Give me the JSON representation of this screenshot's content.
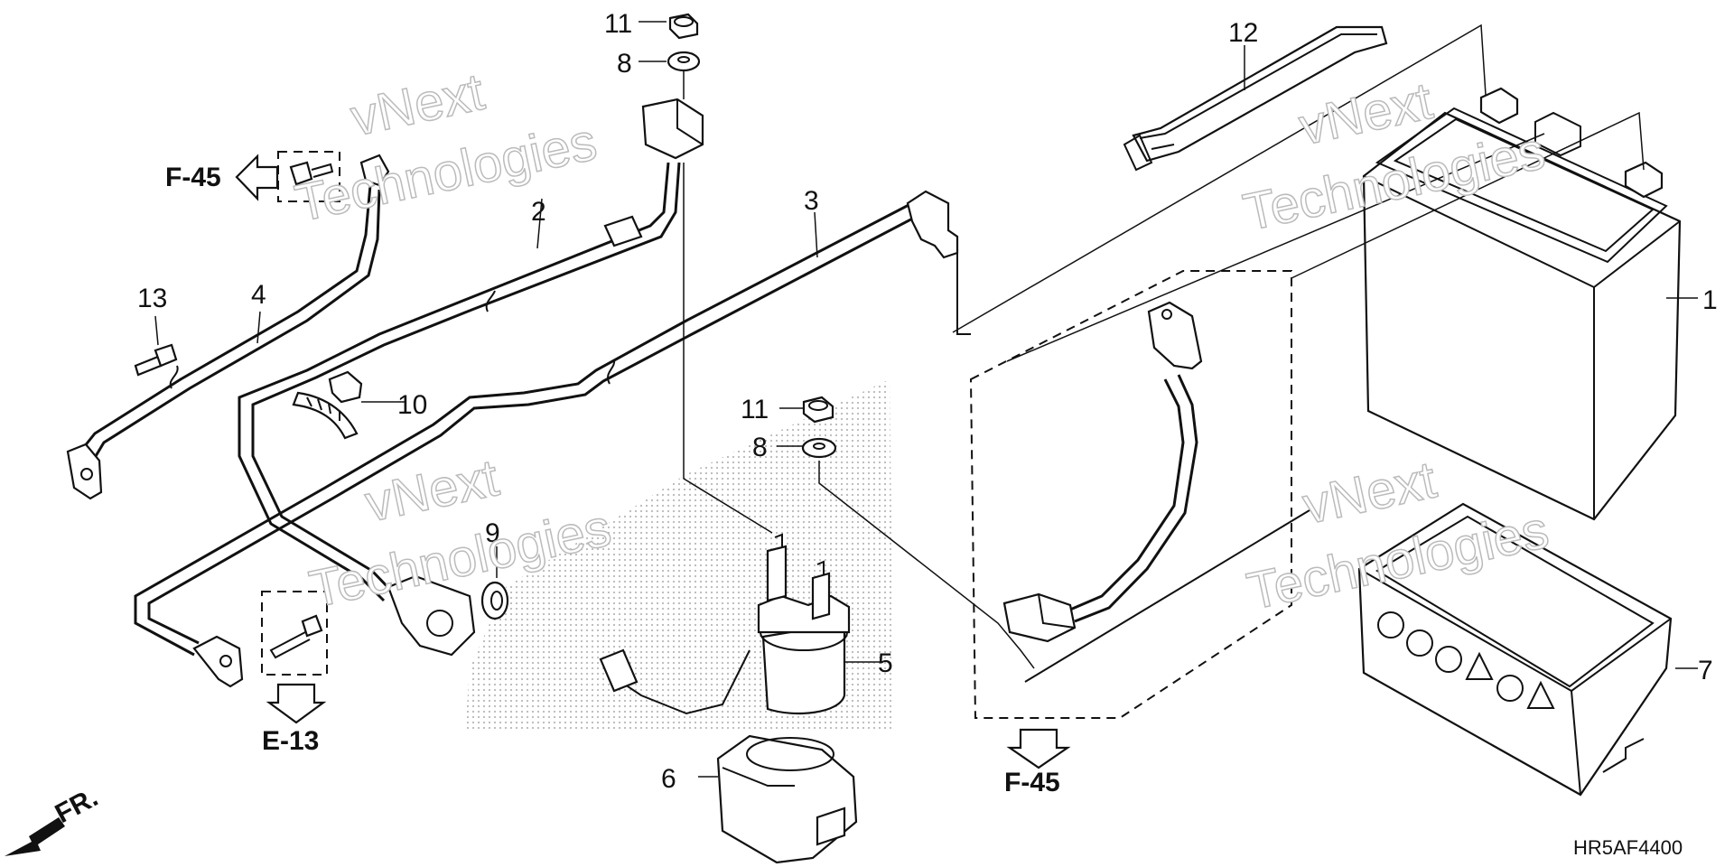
{
  "callouts": [
    "11",
    "8",
    "12",
    "2",
    "3",
    "13",
    "4",
    "10",
    "11",
    "8",
    "1",
    "9",
    "5",
    "7",
    "6"
  ],
  "references": {
    "top_left": "F-45",
    "bottom_left": "E-13",
    "bottom_center": "F-45"
  },
  "front_marker": "FR.",
  "diagram_code": "HR5AF4400",
  "watermark": {
    "line1": "vNext",
    "line2": "Technologies"
  }
}
